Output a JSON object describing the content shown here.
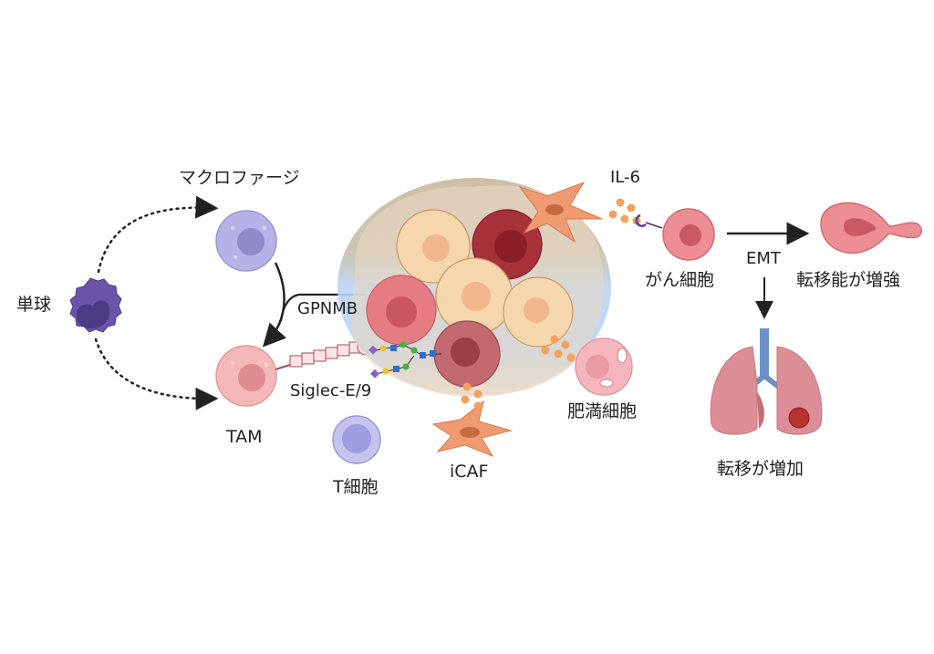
{
  "labels": {
    "monocyte": "単球",
    "macrophage": "マクロファージ",
    "tam": "TAM",
    "gpnmb": "GPNMB",
    "siglec": "Siglec-E/9",
    "t_cell": "T細胞",
    "icaf": "iCAF",
    "mast_cell": "肥満細胞",
    "il6": "IL-6",
    "cancer_cell": "がん細胞",
    "emt": "EMT",
    "enhanced_metastatic_ability": "転移能が増強",
    "increased_metastasis": "転移が増加"
  },
  "colors": {
    "monocyte": "#6a55a8",
    "macrophage": "#b4b2e6",
    "tam": "#f4b8b8",
    "tumor_light": "#f6d6ae",
    "tumor_dark": "#a8323a",
    "tumor_pink": "#e57c84",
    "background_blue": "#b9d3f3",
    "fibroblast": "#f09a72",
    "cytokine": "#f3a15f",
    "lung": "#dc8e97",
    "bronchi": "#6b8fc6",
    "arrow": "#222222"
  }
}
